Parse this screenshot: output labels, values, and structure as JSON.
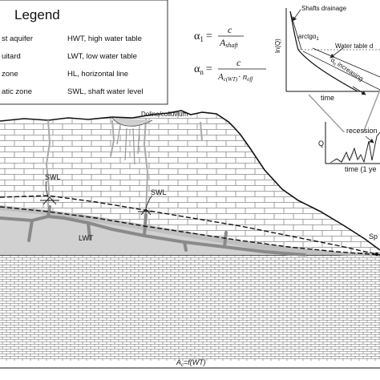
{
  "legend": {
    "title": "Legend",
    "left_items": [
      "st aquifer",
      "uitard",
      "zone",
      "atic zone"
    ],
    "right_items": [
      "HWT, high water table",
      "LWT, low water table",
      "HL, horizontal line",
      "SWL, shaft water level"
    ]
  },
  "formulas": {
    "alpha1_lhs": "α",
    "alpha1_sub": "1",
    "alpha1_num": "c",
    "alpha1_den_main": "A",
    "alpha1_den_sub": "shaft",
    "alphan_lhs": "α",
    "alphan_sub": "n",
    "alphan_num": "c",
    "alphan_den_main": "A",
    "alphan_den_sub": "c(WT)",
    "alphan_den_tail": "· n",
    "alphan_den_tail_sub": "eff",
    "equals": "="
  },
  "top_graph": {
    "ylabel": "ln(Q)",
    "xlabel": "time",
    "label_shafts": "Shafts drainage",
    "label_arctg": "arctgα",
    "label_arctg_sub": "1",
    "label_water_table": "Water table d",
    "label_alpha": "α",
    "label_alpha_sub": "n",
    "label_increasing": "increasing"
  },
  "bottom_graph": {
    "ylabel": "Q",
    "xlabel": "time (1 ye",
    "label_recession": "recession"
  },
  "section": {
    "doline": "Doline/colluvium",
    "swl_1": "SWL",
    "swl_2": "SWL",
    "lwt": "LWT",
    "spring": "Sp"
  },
  "footer": {
    "area_label": "A",
    "area_sub": "c",
    "area_tail": "=f(WT)"
  }
}
